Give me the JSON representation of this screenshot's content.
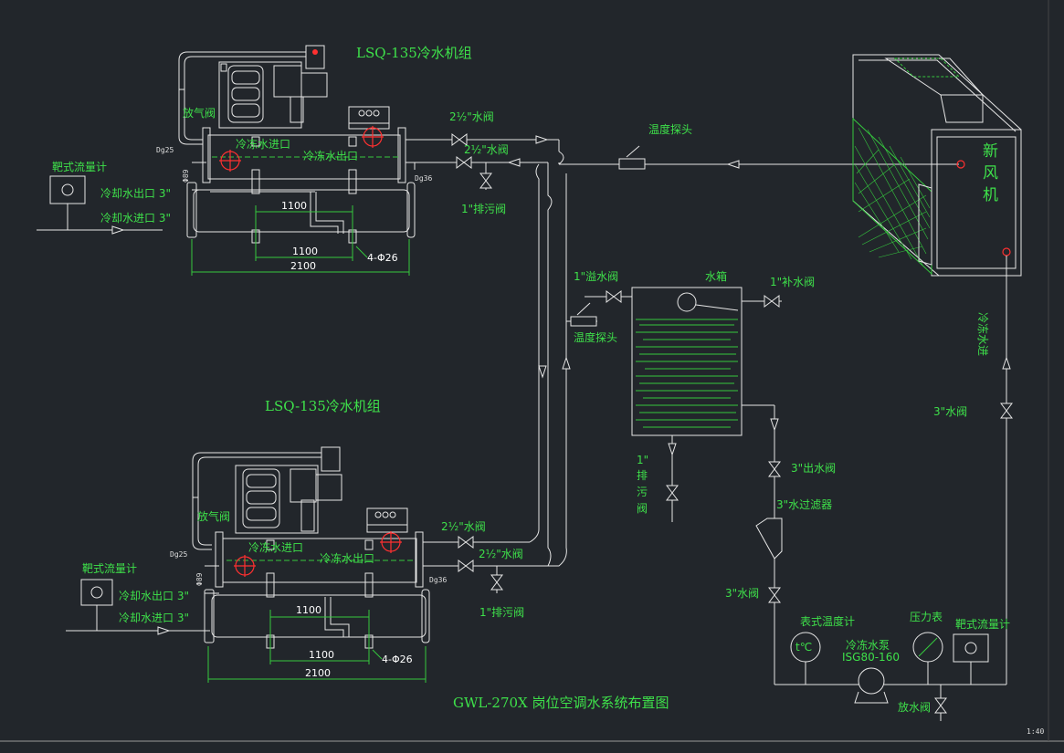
{
  "colors": {
    "background": "#22262b",
    "line": "#e6e6e6",
    "text": "#3ee04a",
    "accent": "#ff3030"
  },
  "title": "GWL-270X 岗位空调水系统布置图",
  "scale": "1:40",
  "unit1": {
    "name": "LSQ-135冷水机组",
    "vent_valve": "放气阀",
    "chilled_in": "冷冻水进口",
    "chilled_out": "冷冻水出口",
    "dg25": "Dg25",
    "dg36": "Dg36",
    "phi89": "Φ89",
    "valve_a": "2½\"水阀",
    "valve_b": "2½\"水阀",
    "drain": "1\"排污阀",
    "dim1": "1100",
    "dim2": "1100",
    "dim3": "2100",
    "holes": "4-Φ26",
    "flowmeter": "靶式流量计",
    "cool_out": "冷却水出口 3\"",
    "cool_in": "冷却水进口 3\""
  },
  "unit2": {
    "name": "LSQ-135冷水机组",
    "vent_valve": "放气阀",
    "chilled_in": "冷冻水进口",
    "chilled_out": "冷冻水出口",
    "dg25": "Dg25",
    "dg36": "Dg36",
    "phi89": "Φ89",
    "valve_a": "2½\"水阀",
    "valve_b": "2½\"水阀",
    "drain": "1\"排污阀",
    "dim1": "1100",
    "dim2": "1100",
    "dim3": "2100",
    "holes": "4-Φ26",
    "flowmeter": "靶式流量计",
    "cool_out": "冷却水出口 3\"",
    "cool_in": "冷却水进口 3\""
  },
  "top_probe": "温度探头",
  "ahu": {
    "c1": "新",
    "c2": "风",
    "c3": "机"
  },
  "tank": {
    "label": "水箱",
    "overflow": "1\"溢水阀",
    "makeup": "1\"补水阀",
    "probe": "温度探头",
    "drain_label": "1\"",
    "drain_chars": [
      "排",
      "污",
      "阀"
    ]
  },
  "loop": {
    "supply_label": "冷冻水进",
    "valve_3in_right": "3\"水阀",
    "outlet_valve": "3\"出水阀",
    "filter": "3\"水过滤器",
    "valve_3in_left": "3\"水阀",
    "thermometer": "表式温度计",
    "thermo_symbol": "t℃",
    "pressure": "压力表",
    "flowmeter": "靶式流量计",
    "pump": "冷冻水泵",
    "pump_model": "ISG80-160",
    "drain": "放水阀"
  }
}
